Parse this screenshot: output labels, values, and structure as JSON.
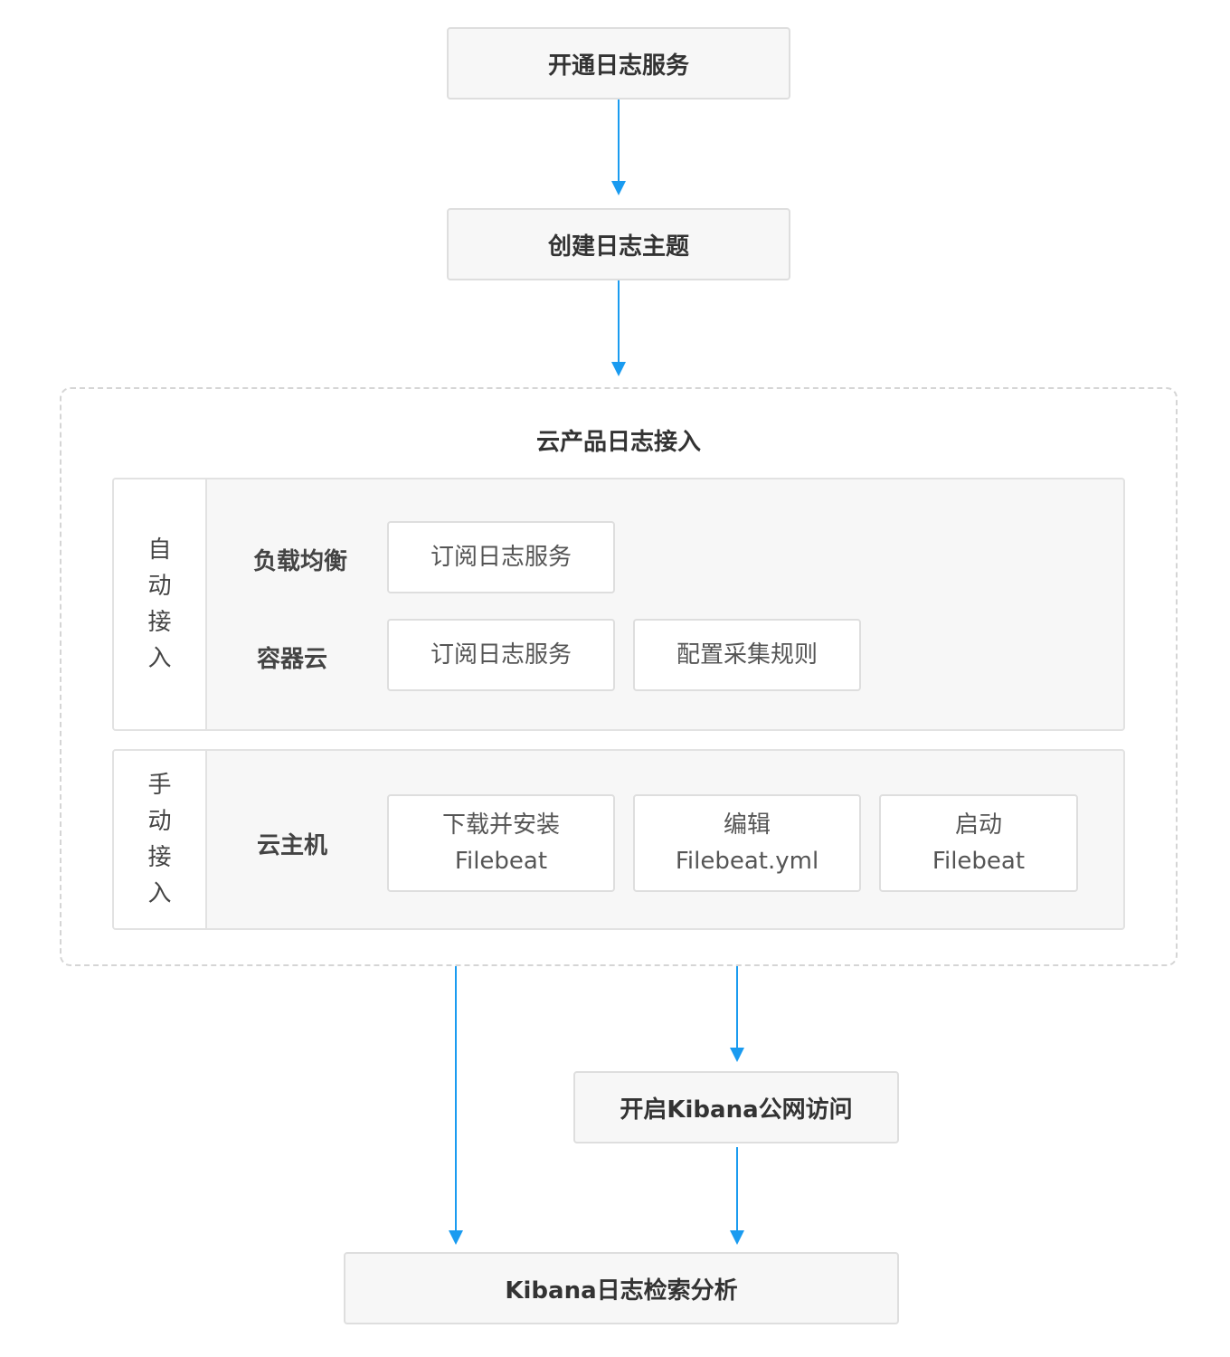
{
  "steps": {
    "open_service": "开通日志服务",
    "create_topic": "创建日志主题",
    "kibana_public": "开启Kibana公网访问",
    "kibana_search": "Kibana日志检索分析"
  },
  "group": {
    "title": "云产品日志接入",
    "auto": {
      "label": "自动接入",
      "rows": [
        {
          "label": "负载均衡",
          "actions": [
            "订阅日志服务"
          ]
        },
        {
          "label": "容器云",
          "actions": [
            "订阅日志服务",
            "配置采集规则"
          ]
        }
      ]
    },
    "manual": {
      "label": "手动接入",
      "row": {
        "label": "云主机",
        "actions": [
          {
            "line1": "下载并安装",
            "line2": "Filebeat"
          },
          {
            "line1": "编辑",
            "line2": "Filebeat.yml"
          },
          {
            "line1": "启动",
            "line2": "Filebeat"
          }
        ]
      }
    }
  },
  "colors": {
    "arrow": "#1a9bf0",
    "box_fill": "#f7f7f7",
    "box_border": "#dedede"
  }
}
